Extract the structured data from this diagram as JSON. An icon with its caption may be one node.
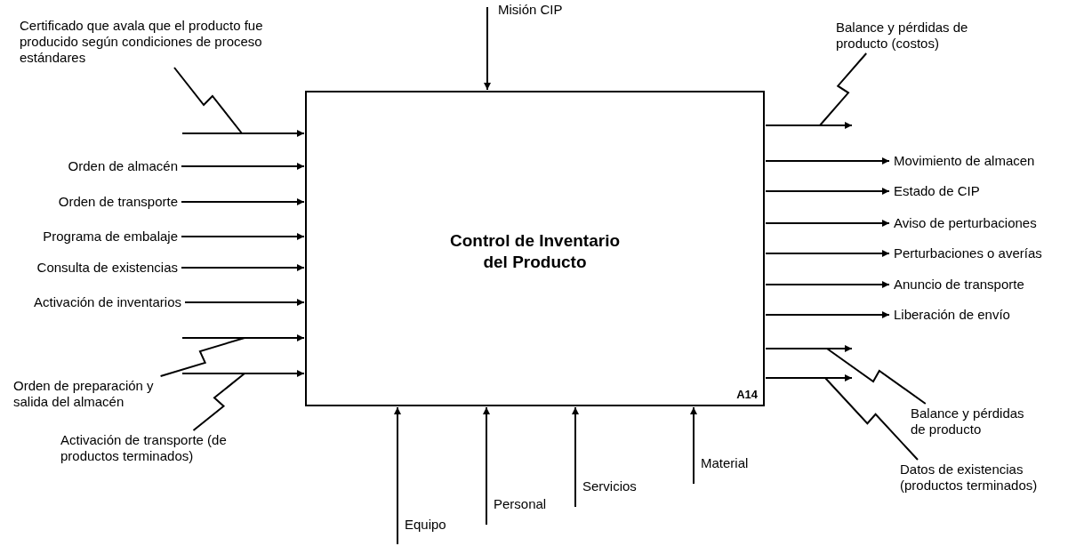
{
  "diagram": {
    "nodes": [
      {
        "text": [
          "Control de Inventario del Producto",
          "A14"
        ]
      },
      {
        "text": [
          "Misión CIP"
        ]
      },
      {
        "text": [
          "Certificado que avala que el producto fue producido según condiciones de proceso estándares"
        ]
      },
      {
        "text": [
          "Orden de almacén"
        ]
      },
      {
        "text": [
          "Orden de transporte"
        ]
      },
      {
        "text": [
          "Programa de embalaje"
        ]
      },
      {
        "text": [
          "Consulta de existencias"
        ]
      },
      {
        "text": [
          "Activación de inventarios"
        ]
      },
      {
        "text": [
          "Orden de preparación y salida del almacén"
        ]
      },
      {
        "text": [
          "Activación de transporte (de productos terminados)"
        ]
      },
      {
        "text": [
          "Balance y pérdidas de producto (costos)"
        ]
      },
      {
        "text": [
          "Movimiento de almacen"
        ]
      },
      {
        "text": [
          "Estado de CIP"
        ]
      },
      {
        "text": [
          "Aviso de perturbaciones"
        ]
      },
      {
        "text": [
          "Perturbaciones o averías"
        ]
      },
      {
        "text": [
          "Anuncio de transporte"
        ]
      },
      {
        "text": [
          "Liberación de envío"
        ]
      },
      {
        "text": [
          "Balance y pérdidas de producto"
        ]
      },
      {
        "text": [
          "Datos de existencias (productos terminados)"
        ]
      },
      {
        "text": [
          "Equipo"
        ]
      },
      {
        "text": [
          "Personal"
        ]
      },
      {
        "text": [
          "Servicios"
        ]
      },
      {
        "text": [
          "Material"
        ]
      }
    ],
    "edges": [
      {
        "from": 1,
        "to": 0,
        "arrow": "to"
      },
      {
        "from": null,
        "to": 0,
        "arrow": "to"
      },
      {
        "from": 2,
        "to": null,
        "arrow": "none"
      },
      {
        "from": 3,
        "to": 0,
        "arrow": "to"
      },
      {
        "from": 4,
        "to": 0,
        "arrow": "to"
      },
      {
        "from": 5,
        "to": 0,
        "arrow": "to"
      },
      {
        "from": 6,
        "to": 0,
        "arrow": "to"
      },
      {
        "from": 7,
        "to": 0,
        "arrow": "to"
      },
      {
        "from": null,
        "to": 0,
        "arrow": "to"
      },
      {
        "from": 8,
        "to": null,
        "arrow": "none"
      },
      {
        "from": null,
        "to": 0,
        "arrow": "to"
      },
      {
        "from": 9,
        "to": null,
        "arrow": "none"
      },
      {
        "from": 0,
        "to": null,
        "arrow": "to"
      },
      {
        "from": 10,
        "to": null,
        "arrow": "none"
      },
      {
        "from": 0,
        "to": 11,
        "arrow": "to"
      },
      {
        "from": 0,
        "to": 12,
        "arrow": "to"
      },
      {
        "from": 0,
        "to": 13,
        "arrow": "to"
      },
      {
        "from": 0,
        "to": 14,
        "arrow": "to"
      },
      {
        "from": 0,
        "to": 15,
        "arrow": "to"
      },
      {
        "from": 0,
        "to": 16,
        "arrow": "to"
      },
      {
        "from": 0,
        "to": null,
        "arrow": "to"
      },
      {
        "from": 17,
        "to": null,
        "arrow": "none"
      },
      {
        "from": 0,
        "to": null,
        "arrow": "to"
      },
      {
        "from": 18,
        "to": null,
        "arrow": "none"
      },
      {
        "from": 19,
        "to": 0,
        "arrow": "to"
      },
      {
        "from": 20,
        "to": 0,
        "arrow": "to"
      },
      {
        "from": 21,
        "to": 0,
        "arrow": "to"
      },
      {
        "from": 22,
        "to": 0,
        "arrow": "to"
      }
    ]
  }
}
